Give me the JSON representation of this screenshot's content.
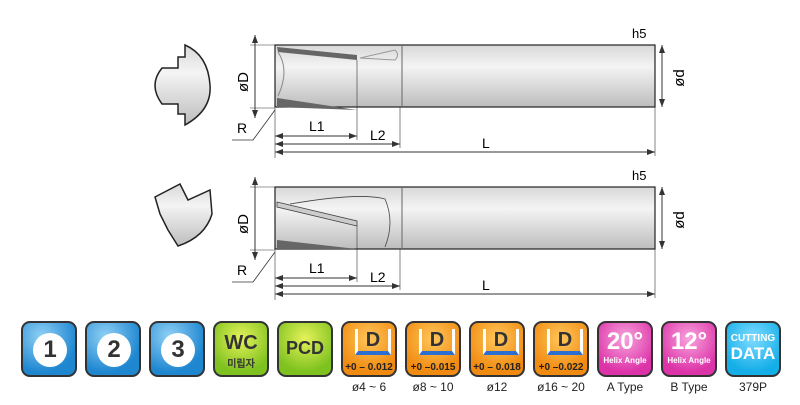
{
  "drawing": {
    "labels": {
      "h5": "h5",
      "phi_D": "øD",
      "phi_d": "ød",
      "R": "R",
      "L1": "L1",
      "L2": "L2",
      "L": "L"
    }
  },
  "icons": [
    {
      "text": "1",
      "caption": ""
    },
    {
      "text": "2",
      "caption": ""
    },
    {
      "text": "3",
      "caption": ""
    },
    {
      "text": "WC",
      "sub": "미립자",
      "caption": ""
    },
    {
      "text": "PCD",
      "caption": ""
    },
    {
      "text": "D",
      "tol": "+0 – 0.012",
      "caption": "ø4 ~ 6"
    },
    {
      "text": "D",
      "tol": "+0 –0.015",
      "caption": "ø8 ~ 10"
    },
    {
      "text": "D",
      "tol": "+0 – 0.018",
      "caption": "ø12"
    },
    {
      "text": "D",
      "tol": "+0 –0.022",
      "caption": "ø16 ~ 20"
    },
    {
      "text": "20°",
      "sub": "Helix Angle",
      "caption": "A Type"
    },
    {
      "text": "12°",
      "sub": "Helix Angle",
      "caption": "B Type"
    },
    {
      "text": "CUTTING",
      "sub": "DATA",
      "caption": "379P"
    }
  ]
}
